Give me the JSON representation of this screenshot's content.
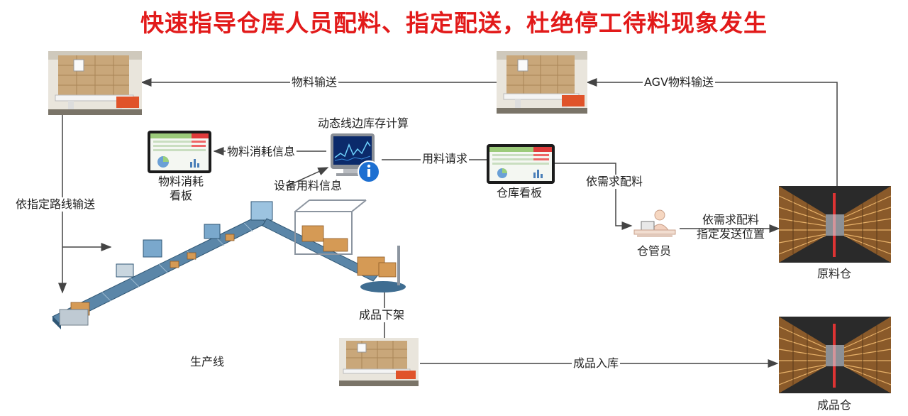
{
  "title": "快速指导仓库人员配料、指定配送，杜绝停工待料现象发生",
  "labels": {
    "material_transport": "物料输送",
    "agv_transport": "AGV物料输送",
    "dynamic_inventory": "动态线边库存计算",
    "consumption_info": "物料消耗信息",
    "consumption_board_line1": "物料消耗",
    "consumption_board_line2": "看板",
    "equipment_material_info": "设备用料信息",
    "material_request": "用料请求",
    "warehouse_board": "仓库看板",
    "on_demand_prep": "依需求配料",
    "on_demand_prep2": "依需求配料",
    "designate_location": "指定发送位置",
    "warehouse_keeper": "仓管员",
    "raw_material_warehouse": "原料仓",
    "route_transport": "依指定路线输送",
    "product_offshelf": "成品下架",
    "production_line": "生产线",
    "product_inbound": "成品入库",
    "finished_goods_warehouse": "成品仓"
  },
  "colors": {
    "title": "#e21a1a",
    "arrow": "#444444",
    "conveyor": "#3a6f9a"
  },
  "icons": [
    "agv-pallet-icon",
    "dashboard-monitor-icon",
    "computer-info-icon",
    "warehouse-rack-icon",
    "warehouse-keeper-icon",
    "production-line-icon"
  ]
}
